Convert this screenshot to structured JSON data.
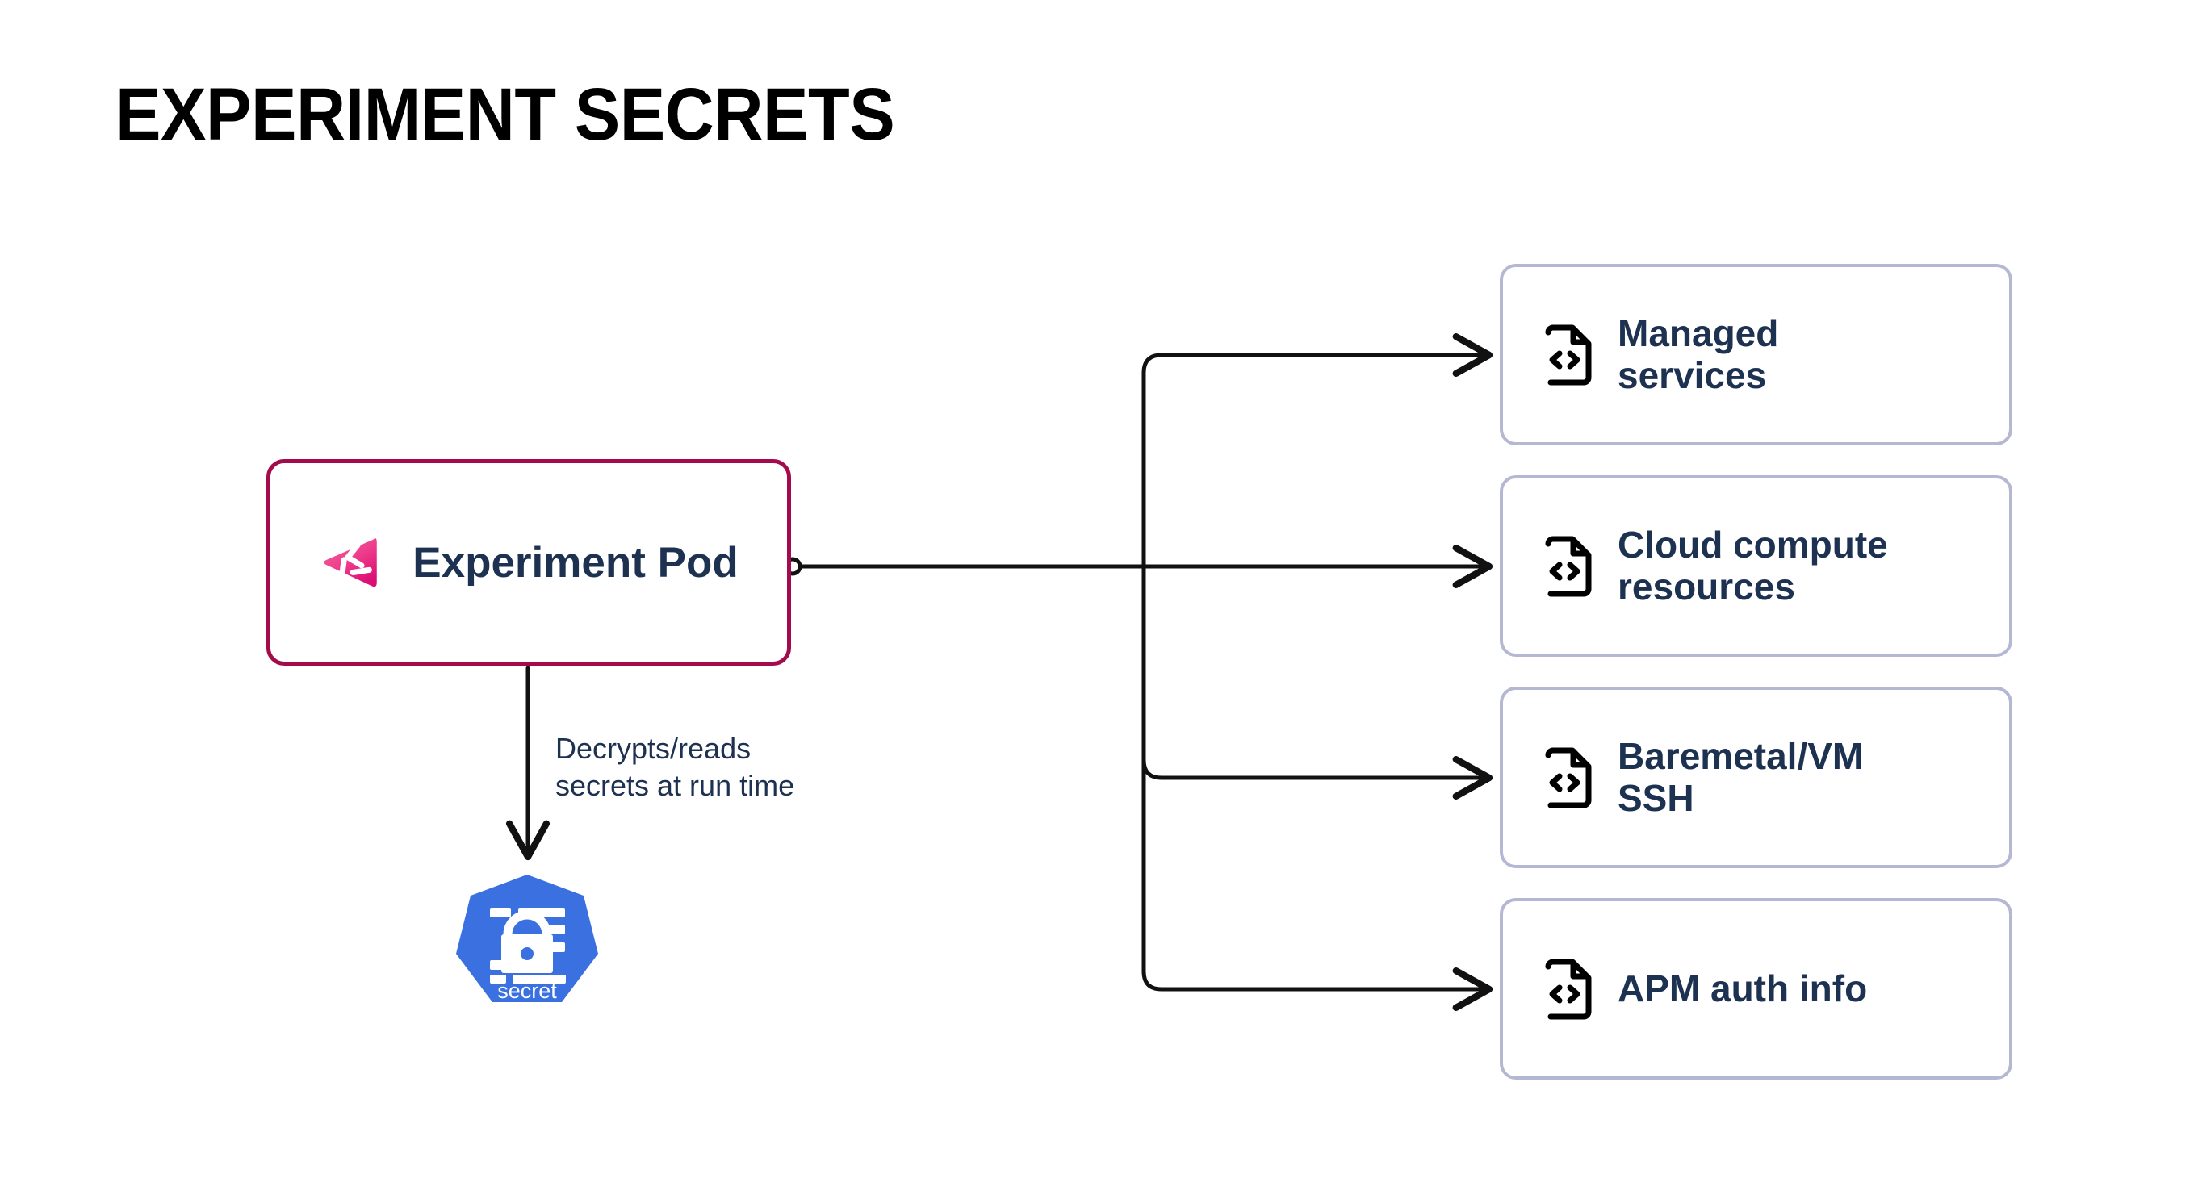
{
  "title": "EXPERIMENT SECRETS",
  "colors": {
    "pod_border": "#A30B4C",
    "card_border": "#B5B8D3",
    "text_navy": "#1D3150",
    "k8s_blue": "#3A70E0",
    "connector": "#111111",
    "logo_pink_light": "#F0589A",
    "logo_pink_dark": "#E0147A",
    "background": "#FFFFFF"
  },
  "pod": {
    "label": "Experiment Pod",
    "icon": "gremlin-logo"
  },
  "edge_note": {
    "text": "Decrypts/reads\nsecrets at run time"
  },
  "secret": {
    "label": "secret",
    "icon": "kubernetes-secret-icon"
  },
  "targets": [
    {
      "label": "Managed\nservices",
      "icon": "file-code-icon"
    },
    {
      "label": "Cloud compute\nresources",
      "icon": "file-code-icon"
    },
    {
      "label": "Baremetal/VM\nSSH",
      "icon": "file-code-icon"
    },
    {
      "label": "APM auth info",
      "icon": "file-code-icon"
    }
  ]
}
